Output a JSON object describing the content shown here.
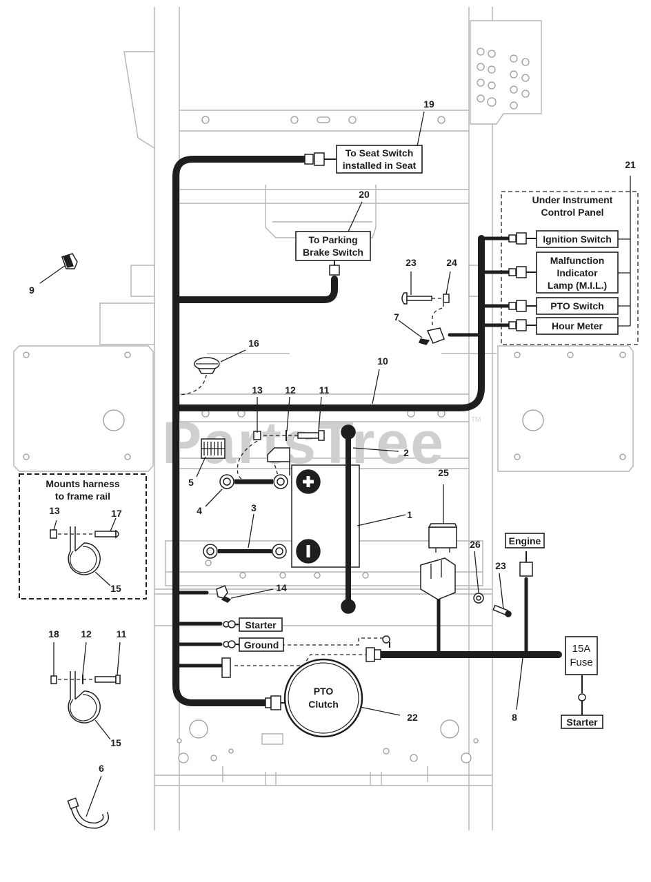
{
  "labels": {
    "seat_switch_line1": "To Seat Switch",
    "seat_switch_line2": "installed in Seat",
    "parking_brake_line1": "To Parking",
    "parking_brake_line2": "Brake Switch",
    "under_panel_line1": "Under Instrument",
    "under_panel_line2": "Control Panel",
    "ignition_switch": "Ignition Switch",
    "mil_line1": "Malfunction",
    "mil_line2": "Indicator",
    "mil_line3": "Lamp (M.I.L.)",
    "pto_switch": "PTO Switch",
    "hour_meter": "Hour Meter",
    "mounts_line1": "Mounts harness",
    "mounts_line2": "to frame rail",
    "starter_left": "Starter",
    "ground": "Ground",
    "pto_clutch_line1": "PTO",
    "pto_clutch_line2": "Clutch",
    "engine": "Engine",
    "fuse_line1": "15A",
    "fuse_line2": "Fuse",
    "starter_right": "Starter"
  },
  "callouts": {
    "c1": "1",
    "c2": "2",
    "c3": "3",
    "c4": "4",
    "c5": "5",
    "c6": "6",
    "c7": "7",
    "c8": "8",
    "c9": "9",
    "c10": "10",
    "c11a": "11",
    "c11b": "11",
    "c12a": "12",
    "c12b": "12",
    "c13a": "13",
    "c13b": "13",
    "c14": "14",
    "c15a": "15",
    "c15b": "15",
    "c16": "16",
    "c17": "17",
    "c18": "18",
    "c19": "19",
    "c20": "20",
    "c21": "21",
    "c22": "22",
    "c23a": "23",
    "c23b": "23",
    "c24": "24",
    "c25": "25",
    "c26": "26"
  },
  "watermark": {
    "text": "PartsTree",
    "tm": "TM"
  }
}
